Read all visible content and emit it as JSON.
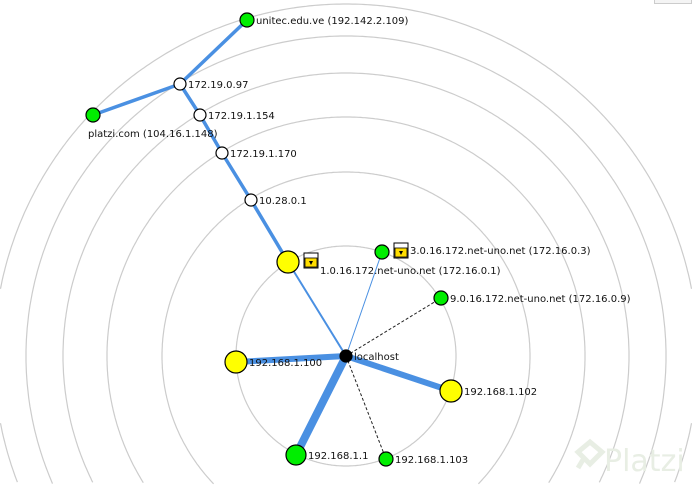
{
  "topology": {
    "center": {
      "id": "localhost",
      "label": "localhost",
      "color": "#000000"
    },
    "nodes": [
      {
        "id": "gw",
        "label": "1.0.16.172.net-uno.net (172.16.0.1)",
        "color": "#ffff00",
        "size": "large",
        "locked": true
      },
      {
        "id": "n3",
        "label": "3.0.16.172.net-uno.net (172.16.0.3)",
        "color": "#00ee00",
        "size": "small",
        "locked": true
      },
      {
        "id": "n9",
        "label": "9.0.16.172.net-uno.net (172.16.0.9)",
        "color": "#00ee00",
        "size": "small",
        "locked": false
      },
      {
        "id": "h100",
        "label": "192.168.1.100",
        "color": "#ffff00",
        "size": "large",
        "locked": false
      },
      {
        "id": "h102",
        "label": "192.168.1.102",
        "color": "#ffff00",
        "size": "large",
        "locked": false
      },
      {
        "id": "h1",
        "label": "192.168.1.1",
        "color": "#00ee00",
        "size": "medium",
        "locked": false
      },
      {
        "id": "h103",
        "label": "192.168.1.103",
        "color": "#00ee00",
        "size": "small",
        "locked": false
      },
      {
        "id": "r10",
        "label": "10.28.0.1",
        "color": "#ffffff",
        "size": "tiny",
        "locked": false
      },
      {
        "id": "r170",
        "label": "172.19.1.170",
        "color": "#ffffff",
        "size": "tiny",
        "locked": false
      },
      {
        "id": "r154",
        "label": "172.19.1.154",
        "color": "#ffffff",
        "size": "tiny",
        "locked": false
      },
      {
        "id": "r97",
        "label": "172.19.0.97",
        "color": "#ffffff",
        "size": "tiny",
        "locked": false
      },
      {
        "id": "platzi",
        "label": "platzi.com (104.16.1.148)",
        "color": "#00ee00",
        "size": "small",
        "locked": false
      },
      {
        "id": "unitec",
        "label": "unitec.edu.ve (192.142.2.109)",
        "color": "#00ee00",
        "size": "small",
        "locked": false
      }
    ],
    "edges": [
      {
        "from": "localhost",
        "to": "gw",
        "style": "thin"
      },
      {
        "from": "localhost",
        "to": "n3",
        "style": "hair"
      },
      {
        "from": "localhost",
        "to": "n9",
        "style": "dashed"
      },
      {
        "from": "localhost",
        "to": "h103",
        "style": "dashed"
      },
      {
        "from": "localhost",
        "to": "h100",
        "style": "thick"
      },
      {
        "from": "localhost",
        "to": "h102",
        "style": "thick"
      },
      {
        "from": "localhost",
        "to": "h1",
        "style": "thicker"
      },
      {
        "from": "gw",
        "to": "r10",
        "style": "medium"
      },
      {
        "from": "r10",
        "to": "r170",
        "style": "medium"
      },
      {
        "from": "r170",
        "to": "r154",
        "style": "medium"
      },
      {
        "from": "r154",
        "to": "r97",
        "style": "medium"
      },
      {
        "from": "r97",
        "to": "platzi",
        "style": "medium"
      },
      {
        "from": "r97",
        "to": "unitec",
        "style": "medium"
      }
    ],
    "colors": {
      "edge": "#4a90e2",
      "ring": "#cccccc"
    }
  },
  "watermark": "Platzi"
}
